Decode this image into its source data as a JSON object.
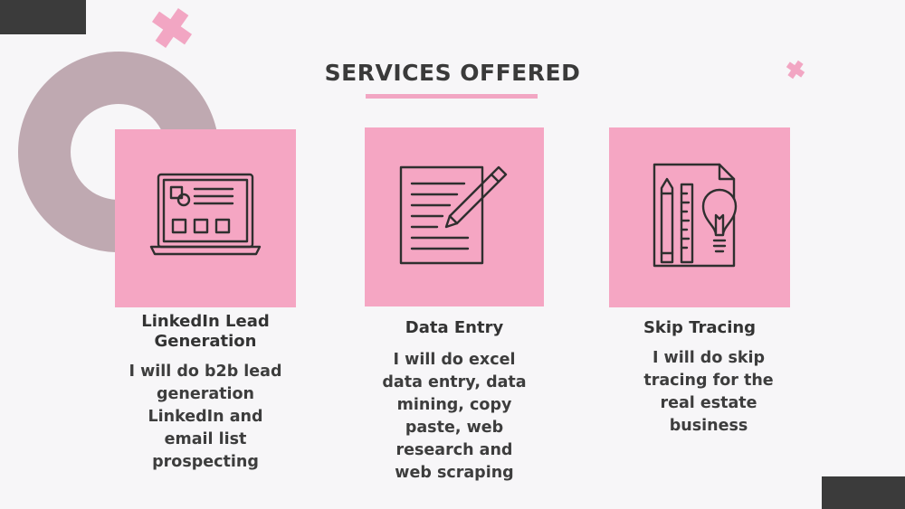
{
  "title": "SERVICES OFFERED",
  "colors": {
    "accent_pink": "#f5a6c3",
    "ring_mauve": "#bfa9b1",
    "dark": "#3b3b3b",
    "background": "#f7f6f8"
  },
  "services": [
    {
      "icon": "laptop-icon",
      "heading_line1": "LinkedIn Lead",
      "heading_line2": "Generation",
      "desc_lines": [
        "I will do b2b lead",
        "generation",
        "LinkedIn and",
        "email list",
        "prospecting"
      ]
    },
    {
      "icon": "document-pen-icon",
      "heading_line1": "Data Entry",
      "desc_lines": [
        "I will do excel",
        "data entry, data",
        "mining, copy",
        "paste, web",
        "research and",
        "web scraping"
      ]
    },
    {
      "icon": "document-lightbulb-icon",
      "heading_line1": "Skip Tracing",
      "desc_lines": [
        "I will do skip",
        "tracing for the",
        "real estate",
        "business"
      ]
    }
  ]
}
